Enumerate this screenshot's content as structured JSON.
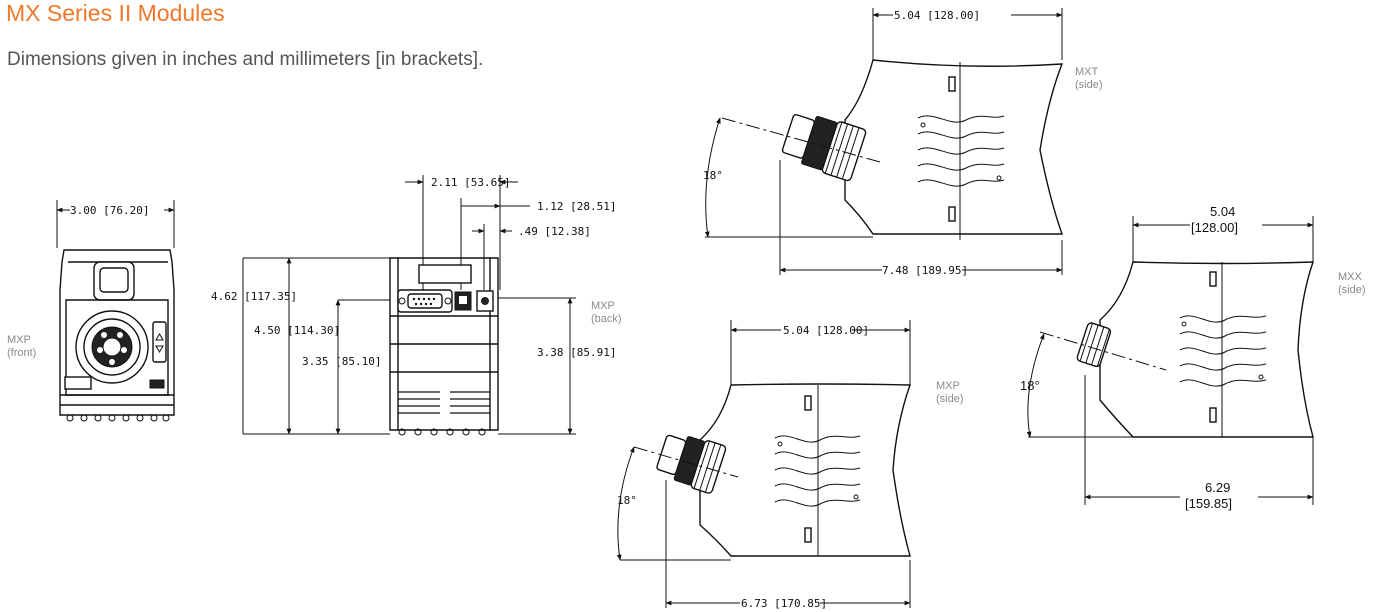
{
  "heading": {
    "title": "MX Series II Modules",
    "subtitle": "Dimensions given in inches and millimeters [in brackets]."
  },
  "views": {
    "mxp_front": {
      "model": "MXP",
      "view": "(front)",
      "width": "3.00 [76.20]"
    },
    "mxp_back": {
      "model": "MXP",
      "view": "(back)",
      "dim_2_11": "2.11 [53.65]",
      "dim_1_12": "1.12 [28.51]",
      "dim_0_49": ".49 [12.38]",
      "dim_4_62": "4.62 [117.35]",
      "dim_4_50": "4.50 [114.30]",
      "dim_3_35": "3.35 [85.10]",
      "dim_3_38": "3.38 [85.91]"
    },
    "mxt_side": {
      "model": "MXT",
      "view": "(side)",
      "top": "5.04 [128.00]",
      "bottom": "7.48 [189.95]",
      "angle": "18°"
    },
    "mxp_side": {
      "model": "MXP",
      "view": "(side)",
      "top": "5.04 [128.00]",
      "bottom": "6.73 [170.85]",
      "angle": "18°"
    },
    "mxx_side": {
      "model": "MXX",
      "view": "(side)",
      "top_in": "5.04",
      "top_mm": "[128.00]",
      "bottom_in": "6.29",
      "bottom_mm": "[159.85]",
      "angle": "18°"
    }
  },
  "colors": {
    "title": "#f0782a",
    "subtitle": "#555555",
    "caption": "#8a8a8a",
    "line": "#111111"
  }
}
